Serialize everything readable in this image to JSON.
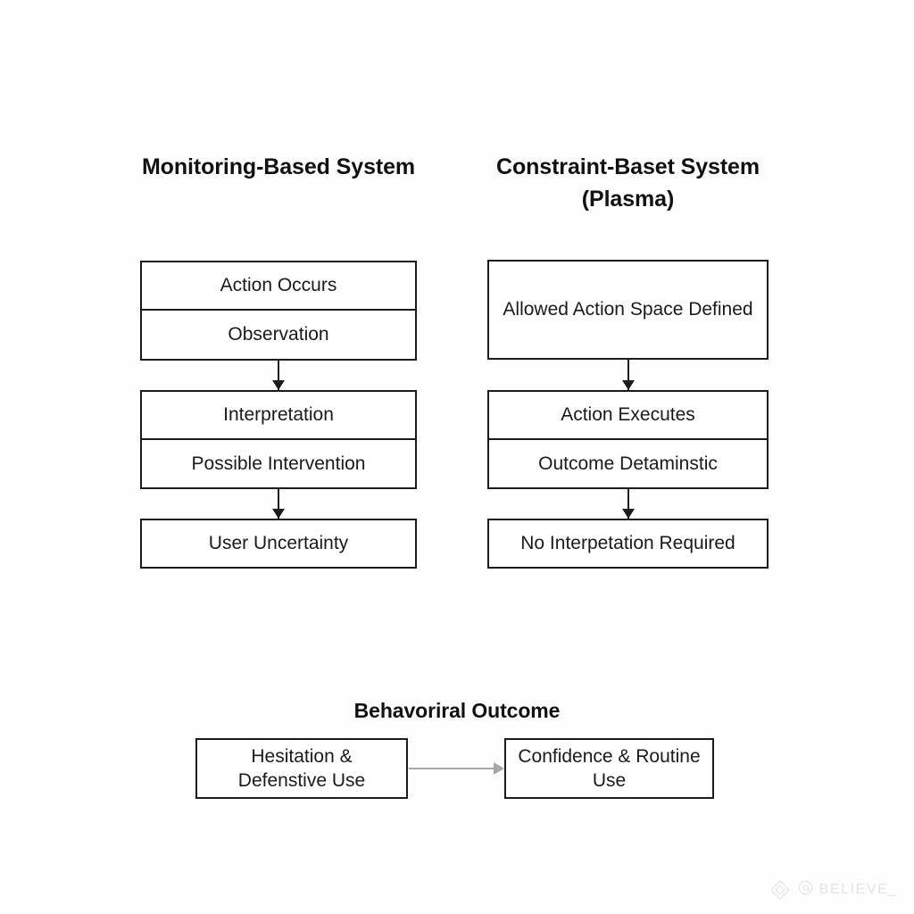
{
  "diagram": {
    "columns": [
      {
        "id": "monitoring",
        "title": "Monitoring-Based System",
        "steps": [
          {
            "label": "Action Occurs"
          },
          {
            "label": "Observation"
          },
          {
            "label": "Interpretation"
          },
          {
            "label": "Possible Intervention"
          },
          {
            "label": "User Uncertainty"
          }
        ]
      },
      {
        "id": "constraint",
        "title": "Constraint-Baset System (Plasma)",
        "steps": [
          {
            "label": "Allowed Action Space Defined"
          },
          {
            "label": "Action Executes"
          },
          {
            "label": "Outcome Detaminstic"
          },
          {
            "label": "No Interpetation Required"
          }
        ]
      }
    ],
    "outcome": {
      "title": "Behavoriral Outcome",
      "left_label": "Hesitation & Defenstive Use",
      "right_label": "Confidence & Routine Use"
    },
    "colors": {
      "background": "#fefefe",
      "box_border": "#1b1b1b",
      "box_fill": "#ffffff",
      "text": "#1a1a1a",
      "arrow": "#1b1b1b",
      "outcome_arrow": "#a8a8a8",
      "watermark": "#c9c9c9"
    }
  },
  "watermark": {
    "at": "@",
    "handle": "BELIEVE_",
    "logo_icon": "diamond-logo-icon"
  }
}
